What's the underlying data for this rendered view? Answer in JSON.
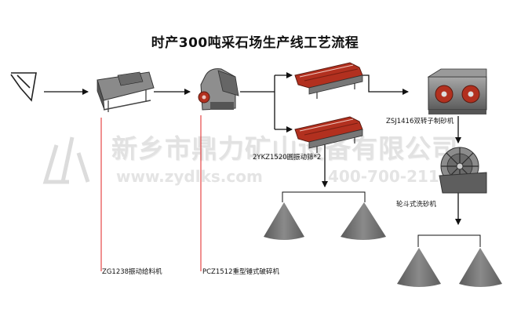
{
  "title": "时产300吨采石场生产线工艺流程",
  "labels": {
    "feeder": "ZG1238振动给料机",
    "crusher": "PCZ1512重型锤式破碎机",
    "screen": "2YKZ1520圆振动筛*2",
    "roller": "ZSJ1416双转子制砂机",
    "washer": "轮斗式洗砂机"
  },
  "watermark": {
    "company": "新乡市鼎力矿山设备有限公司",
    "url": "www.zydlks.com",
    "phone": "400-700-211"
  },
  "colors": {
    "leader_line": "#e02020",
    "arrow": "#111111",
    "pile": "#6e6e6e",
    "machine_red": "#b2301f",
    "machine_gray": "#7d7d7d"
  }
}
